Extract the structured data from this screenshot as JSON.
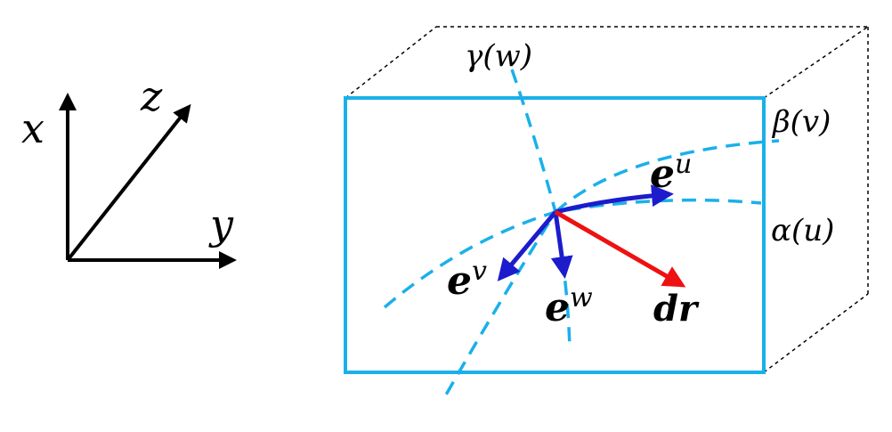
{
  "axes": {
    "x_label": "x",
    "y_label": "y",
    "z_label": "z"
  },
  "curves": {
    "gamma_label": "γ(w)",
    "beta_label": "β(v)",
    "alpha_label": "α(u)"
  },
  "vectors": {
    "eu_base": "e",
    "eu_sup": "u",
    "ev_base": "e",
    "ev_sup": "v",
    "ew_base": "e",
    "ew_sup": "w",
    "dr_label": "dr"
  },
  "colors": {
    "frame": "#1ab0ea",
    "curve": "#1ab0ea",
    "basis_vector": "#1c1ccc",
    "dr_vector": "#ee1111",
    "axis": "#000000",
    "box_hidden": "#000000"
  }
}
